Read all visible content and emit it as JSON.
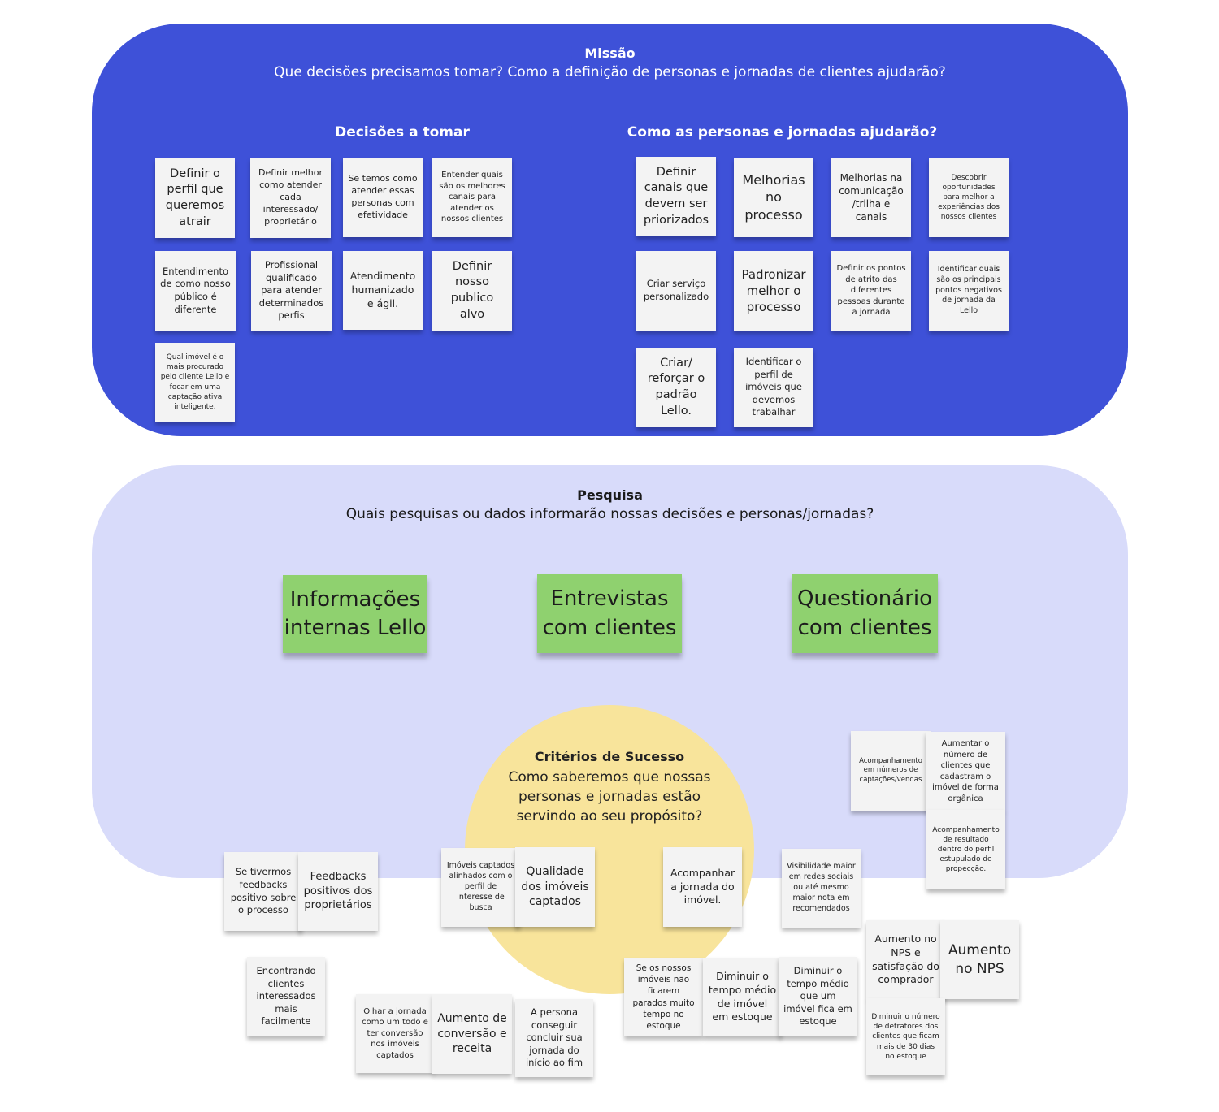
{
  "mission": {
    "title": "Missão",
    "subtitle": "Que decisões precisamos tomar? Como a definição de personas e jornadas de clientes ajudarão?",
    "decisions": {
      "title": "Decisões a tomar",
      "notes": [
        "Definir o perfil que queremos atrair",
        "Definir melhor como atender cada interessado/ proprietário",
        "Se temos como atender essas personas com efetividade",
        "Entender quais são os melhores canais para atender os nossos clientes",
        "Entendimento de como nosso público é diferente",
        "Profissional qualificado para atender determinados perfis",
        "Atendimento humanizado e ágil.",
        "Definir nosso publico alvo",
        "Qual imóvel é o mais procurado pelo cliente Lello e focar em uma captação ativa inteligente."
      ]
    },
    "help": {
      "title": "Como as personas e jornadas ajudarão?",
      "notes": [
        "Definir canais que devem ser priorizados",
        "Melhorias no processo",
        "Melhorias na comunicação /trilha e canais",
        "Descobrir oportunidades para melhor a experiências dos nossos clientes",
        "Criar serviço personalizado",
        "Padronizar melhor o processo",
        "Definir os pontos de atrito das diferentes pessoas durante a jornada",
        "Identificar quais são os principais pontos negativos de jornada da Lello",
        "Criar/ reforçar o padrão Lello.",
        "Identificar o perfil de imóveis que devemos trabalhar"
      ]
    }
  },
  "research": {
    "title": "Pesquisa",
    "subtitle": "Quais pesquisas ou dados informarão nossas decisões e personas/jornadas?",
    "sources": [
      "Informações internas Lello",
      "Entrevistas com clientes",
      "Questionário com clientes"
    ]
  },
  "success": {
    "title": "Critérios de Sucesso",
    "subtitle": "Como saberemos que nossas personas e jornadas estão servindo ao seu propósito?",
    "notes": [
      "Se tivermos feedbacks positivo sobre o processo",
      "Feedbacks positivos dos proprietários",
      "Encontrando clientes interessados mais facilmente",
      "Imóveis captados alinhados com o perfil de interesse de busca",
      "Qualidade dos imóveis captados",
      "Olhar a jornada como um todo e ter conversão nos imóveis captados",
      "Aumento de conversão e receita",
      "A persona conseguir concluir sua jornada do início ao fim",
      "Acompanhar a jornada do imóvel.",
      "Visibilidade maior em redes sociais ou até mesmo maior nota em recomendados",
      "Se os nossos imóveis não ficarem parados muito tempo no estoque",
      "Diminuir o tempo médio de imóvel em estoque",
      "Diminuir o tempo médio que um imóvel fica em estoque",
      "Acompanhamento em números de captações/vendas",
      "Aumentar o número de clientes que cadastram o imóvel de forma orgânica",
      "Acompanhamento de resultado dentro do perfil estupulado de propecção.",
      "Aumento no NPS e satisfação do comprador",
      "Aumento no NPS",
      "Diminuir o número de detratores dos clientes que ficam mais de 30 dias no estoque"
    ]
  },
  "colors": {
    "mission_bg": "#3e51d8",
    "research_bg": "#d8dbfa",
    "success_circle": "#f8e49b",
    "research_note": "#8fd16f",
    "sticky_note": "#f3f3f3"
  }
}
